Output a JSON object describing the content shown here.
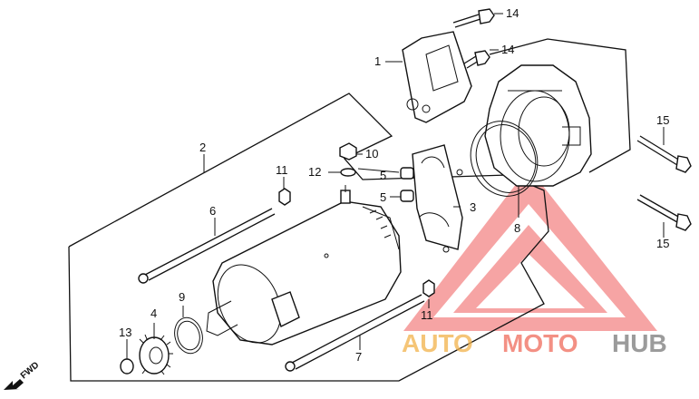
{
  "callouts": {
    "c1": "1",
    "c2": "2",
    "c3": "3",
    "c4": "4",
    "c5a": "5",
    "c5b": "5",
    "c6": "6",
    "c7": "7",
    "c8": "8",
    "c9": "9",
    "c10": "10",
    "c11a": "11",
    "c11b": "11",
    "c12": "12",
    "c13": "13",
    "c14a": "14",
    "c14b": "14",
    "c15a": "15",
    "c15b": "15"
  },
  "direction_label": "FWD",
  "watermark": {
    "part1": "AUTO",
    "part2": "MOTO",
    "part3": "HUB",
    "colors": {
      "auto": "#f2b24a",
      "moto": "#ef6b5b",
      "hub": "#7a7a7a",
      "triangle": "#ef5a5a"
    }
  }
}
